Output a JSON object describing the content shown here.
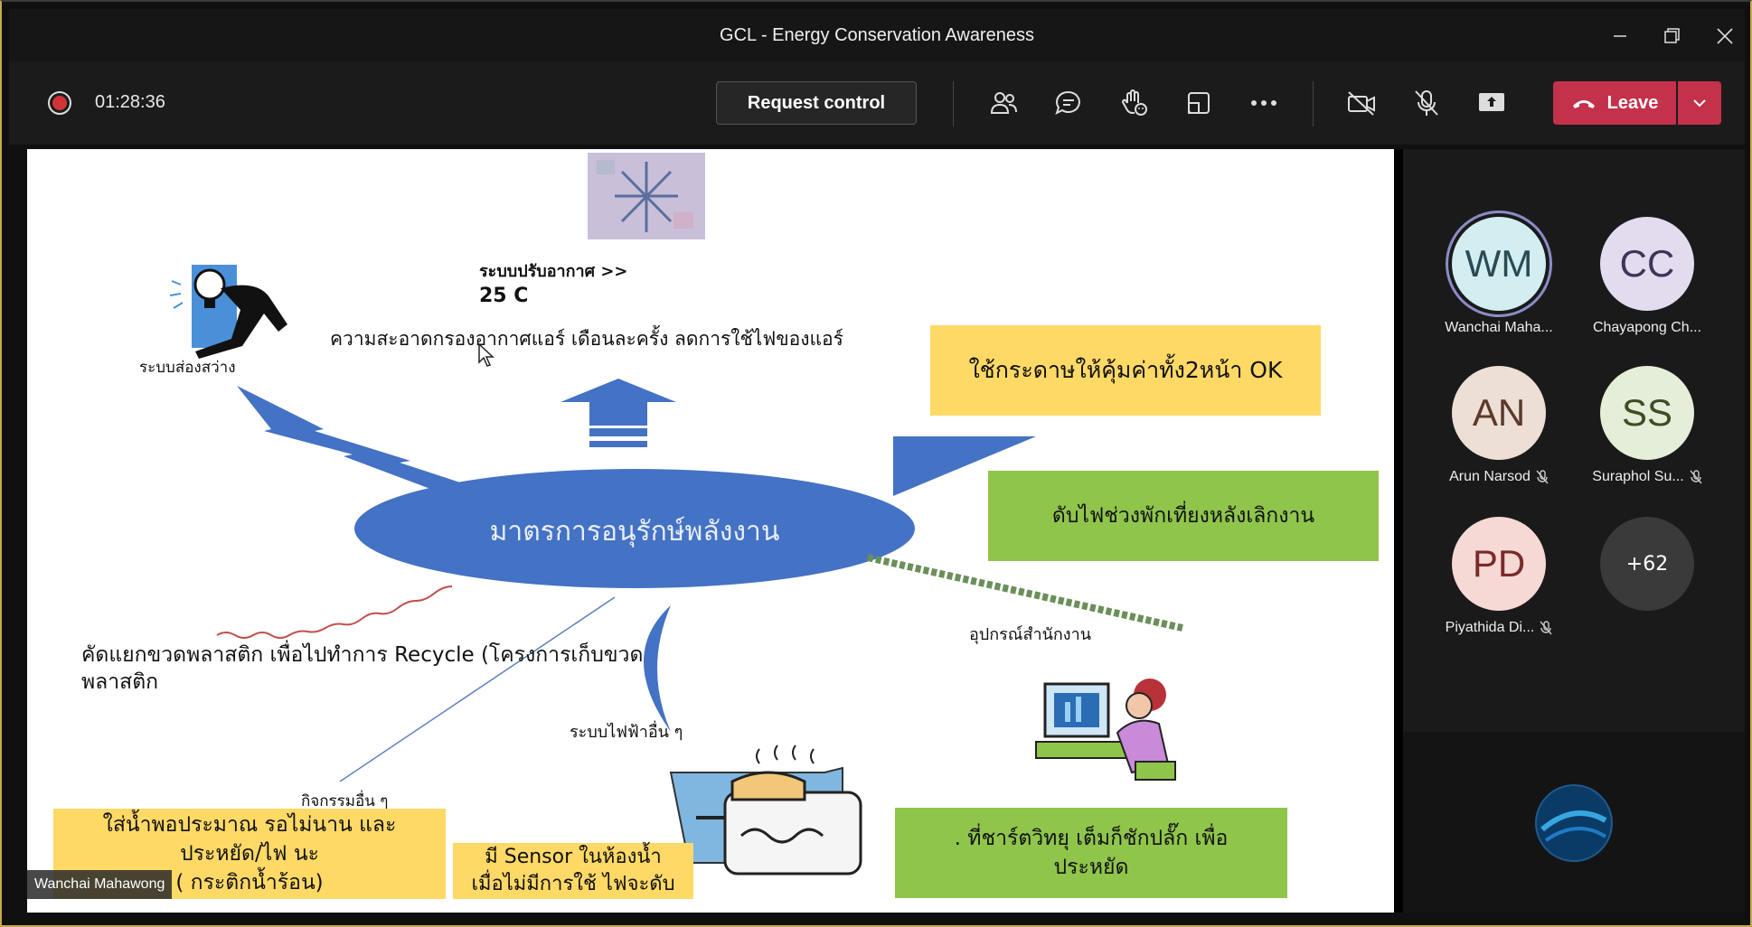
{
  "window": {
    "title": "GCL - Energy Conservation Awareness"
  },
  "toolbar": {
    "timer": "01:28:36",
    "request_control": "Request control",
    "leave": "Leave"
  },
  "slide": {
    "aircon_label": "ระบบปรับอากาศ  >>",
    "aircon_temp": "25 C",
    "aircon_clean": "ความสะอาดกรองอากาศแอร์ เดือนละครั้ง ลดการใช้ไฟของแอร์",
    "lighting": "ระบบส่องสว่าง",
    "center": "มาตรการอนุรักษ์พลังงาน",
    "paper": "ใช้กระดาษให้คุ้มค่าทั้ง2หน้า OK",
    "lights_off": "ดับไฟช่วงพักเที่ยงหลังเลิกงาน",
    "office_equipment": "อุปกรณ์สำนักงาน",
    "recycle_line1": "คัดแยกขวดพลาสติก เพื่อไปทำการ Recycle  (โครงการเก็บขวด",
    "recycle_line2": "พลาสติก",
    "other_electric": "ระบบไฟฟ้าอื่น ๆ",
    "other_activities": "กิจกรรมอื่น ๆ",
    "water_line1": "ใส่น้ำพอประมาณ รอไม่นาน และ",
    "water_line2": "ประหยัด/ไฟ นะ",
    "water_line3": "( กระติกน้ำร้อน)",
    "sensor_line1": "มี Sensor ในห้องน้ำ",
    "sensor_line2": "เมื่อไม่มีการใช้ ไฟจะดับ",
    "charger_line1": ". ที่ชาร์ตวิทยุ  เต็มก็ชักปลั๊ก เพื่อ",
    "charger_line2": "ประหยัด"
  },
  "participants": [
    {
      "initials": "WM",
      "name": "Wanchai Maha...",
      "bg": "#d3eef0",
      "fg": "#2a4a55",
      "speaking": true,
      "muted": false
    },
    {
      "initials": "CC",
      "name": "Chayapong Ch...",
      "bg": "#e3dcef",
      "fg": "#3e3558",
      "speaking": false,
      "muted": false
    },
    {
      "initials": "AN",
      "name": "Arun Narsod",
      "bg": "#eedfd6",
      "fg": "#5a3a2a",
      "speaking": false,
      "muted": true
    },
    {
      "initials": "SS",
      "name": "Suraphol Su...",
      "bg": "#e5eed8",
      "fg": "#3c4e26",
      "speaking": false,
      "muted": true
    },
    {
      "initials": "PD",
      "name": "Piyathida Di...",
      "bg": "#f6d9d4",
      "fg": "#7a2a2a",
      "speaking": false,
      "muted": true
    }
  ],
  "more_participants": "+62",
  "presenter_tag": "Wanchai Mahawong",
  "colors": {
    "accent": "#c4314b",
    "shape_blue": "#4472c4"
  }
}
